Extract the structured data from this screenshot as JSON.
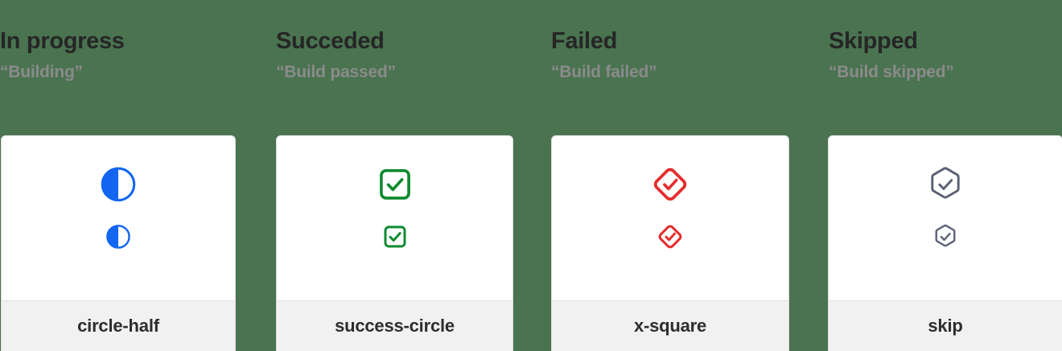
{
  "page": {
    "background_color": "#4a7350",
    "card_background": "#ffffff",
    "card_footer_background": "#f1f1f1"
  },
  "columns": [
    {
      "title": "In progress",
      "subtitle": "“Building”",
      "icon_name": "circle-half",
      "icon_label": "circle-half",
      "icon_color": "#1266f1",
      "card_label": "circle-half"
    },
    {
      "title": "Succeded",
      "subtitle": "“Build passed”",
      "icon_name": "success-circle",
      "icon_label": "success-circle",
      "icon_color": "#0e8a2e",
      "card_label": "success-circle"
    },
    {
      "title": "Failed",
      "subtitle": "“Build failed”",
      "icon_name": "x-square",
      "icon_label": "x-square",
      "icon_color": "#e52d2d",
      "card_label": "x-square"
    },
    {
      "title": "Skipped",
      "subtitle": "“Build skipped”",
      "icon_name": "skip",
      "icon_label": "skip",
      "icon_color": "#5c6275",
      "card_label": "skip"
    }
  ]
}
